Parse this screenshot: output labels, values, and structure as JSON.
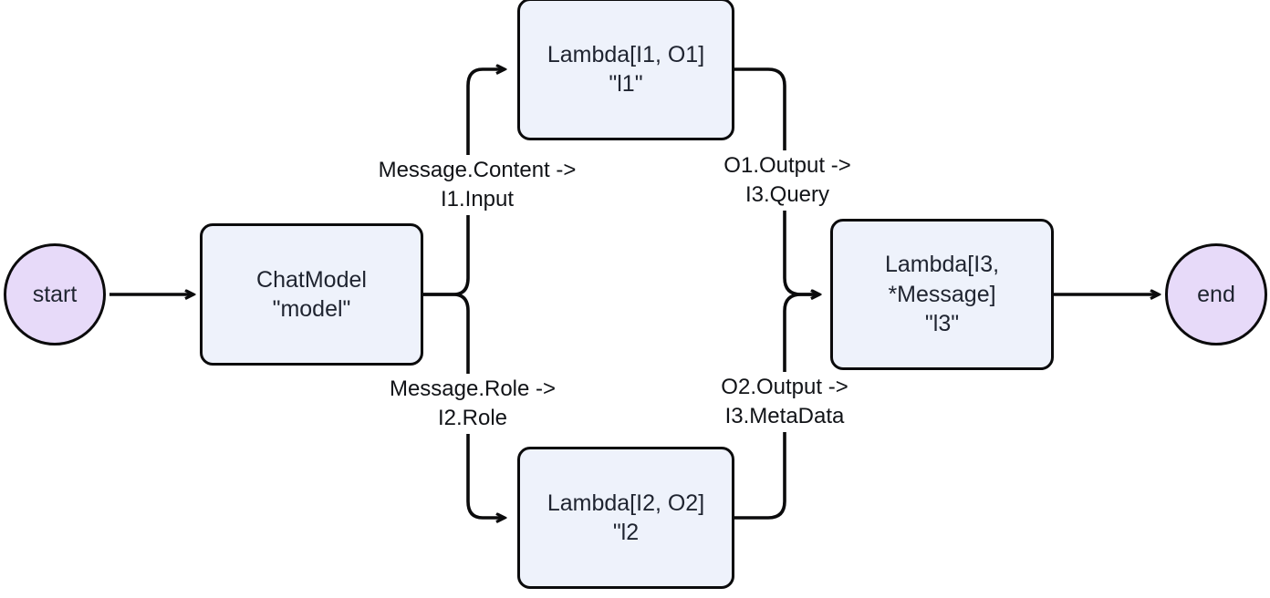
{
  "diagram": {
    "type": "flow-graph",
    "background_color": "#ffffff",
    "node_fill_color": "#eef2fb",
    "terminal_fill_color": "#e7daf9",
    "stroke_color": "#0b0b0c",
    "text_color": "#1f2430",
    "nodes": [
      {
        "id": "start",
        "shape": "circle",
        "label": "start"
      },
      {
        "id": "model",
        "shape": "box",
        "label": "ChatModel\n\"model\""
      },
      {
        "id": "l1",
        "shape": "box",
        "label": "Lambda[I1, O1]\n\"l1\""
      },
      {
        "id": "l2",
        "shape": "box",
        "label": "Lambda[I2, O2]\n\"l2"
      },
      {
        "id": "l3",
        "shape": "box",
        "label": "Lambda[I3,\n*Message]\n\"l3\""
      },
      {
        "id": "end",
        "shape": "circle",
        "label": "end"
      }
    ],
    "edges": [
      {
        "from": "start",
        "to": "model",
        "label": ""
      },
      {
        "from": "model",
        "to": "l1",
        "label": "Message.Content ->\nI1.Input"
      },
      {
        "from": "model",
        "to": "l2",
        "label": "Message.Role ->\nI2.Role"
      },
      {
        "from": "l1",
        "to": "l3",
        "label": "O1.Output ->\nI3.Query"
      },
      {
        "from": "l2",
        "to": "l3",
        "label": "O2.Output ->\nI3.MetaData"
      },
      {
        "from": "l3",
        "to": "end",
        "label": ""
      }
    ]
  }
}
